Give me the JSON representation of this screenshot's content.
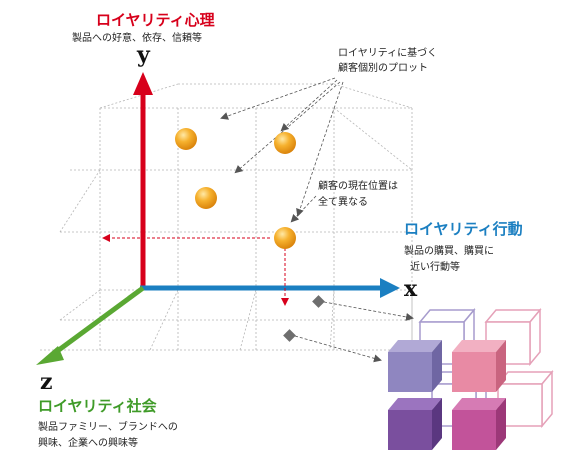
{
  "y_axis": {
    "letter": "y",
    "title": "ロイヤリティ心理",
    "subtitle": "製品への好意、依存、信頼等",
    "color": "#d7001b"
  },
  "x_axis": {
    "letter": "x",
    "title": "ロイヤリティ行動",
    "subtitle_lines": [
      "製品の購買、購買に",
      "近い行動等"
    ],
    "color": "#1b7fc1"
  },
  "z_axis": {
    "letter": "z",
    "title": "ロイヤリティ社会",
    "subtitle_lines": [
      "製品ファミリー、ブランドへの",
      "興味、企業への興味等"
    ],
    "color": "#5aa833"
  },
  "annotations": {
    "plot_note_lines": [
      "ロイヤリティに基づく",
      "顧客個別のプロット"
    ],
    "position_note_lines": [
      "顧客の現在位置は",
      "全て異なる"
    ]
  },
  "icons": {
    "customer_point": "orange-sphere-icon",
    "projection_marker": "gray-diamond-icon",
    "segment_cube": "cube-icon"
  },
  "colors": {
    "sphere": "#f3a21c",
    "grid": "#a8a8a8",
    "cube_purple_front": "#8f86c0",
    "cube_pink_front": "#e88aa4",
    "cube_violet_front": "#7a4f9e",
    "cube_magenta_front": "#c2539a",
    "cube_outline_back": "#a79ccd",
    "cube_outline_back_pink": "#e5a1b8"
  }
}
